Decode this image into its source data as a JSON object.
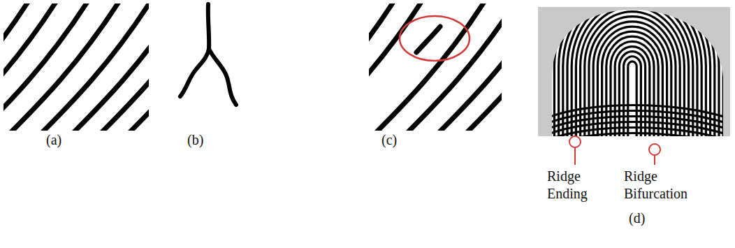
{
  "diagram": {
    "labels": [
      "(a)",
      "(b)",
      "(c)",
      "(d)",
      "Ridge Ending",
      "Ridge Bifurcation"
    ]
  }
}
